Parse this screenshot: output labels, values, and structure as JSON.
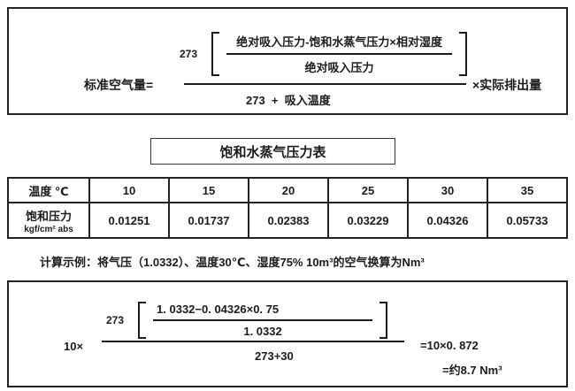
{
  "colors": {
    "ink": "#1b1b1b",
    "background": "#ffffff"
  },
  "formula_box": {
    "lhs": "标准空气量=",
    "numerator": {
      "coefficient": "273",
      "inner_numerator": "绝对吸入压力-饱和水蒸气压力×相对湿度",
      "inner_denominator": "绝对吸入压力"
    },
    "denominator": "273  +  吸入温度",
    "multiplier": "×实际排出量"
  },
  "table_title": "饱和水蒸气压力表",
  "table": {
    "temp_header": "温度 ℃",
    "pressure_label": "饱和压力",
    "pressure_unit": "kgf/cm² abs",
    "temperatures": [
      "10",
      "15",
      "20",
      "25",
      "30",
      "35"
    ],
    "pressures": [
      "0.01251",
      "0.01737",
      "0.02383",
      "0.03229",
      "0.04326",
      "0.05733"
    ]
  },
  "example_line": "计算示例：将气压（1.0332）、温度30℃、湿度75% 10m³的空气换算为Nm³",
  "calc_box": {
    "prefix": "10×",
    "numerator": {
      "coefficient": "273",
      "inner_numerator": "1. 0332−0. 04326×0. 75",
      "inner_denominator": "1. 0332"
    },
    "denominator": "273+30",
    "result_line1": "=10×0. 872",
    "result_line2": "=约8.7 Nm³"
  }
}
